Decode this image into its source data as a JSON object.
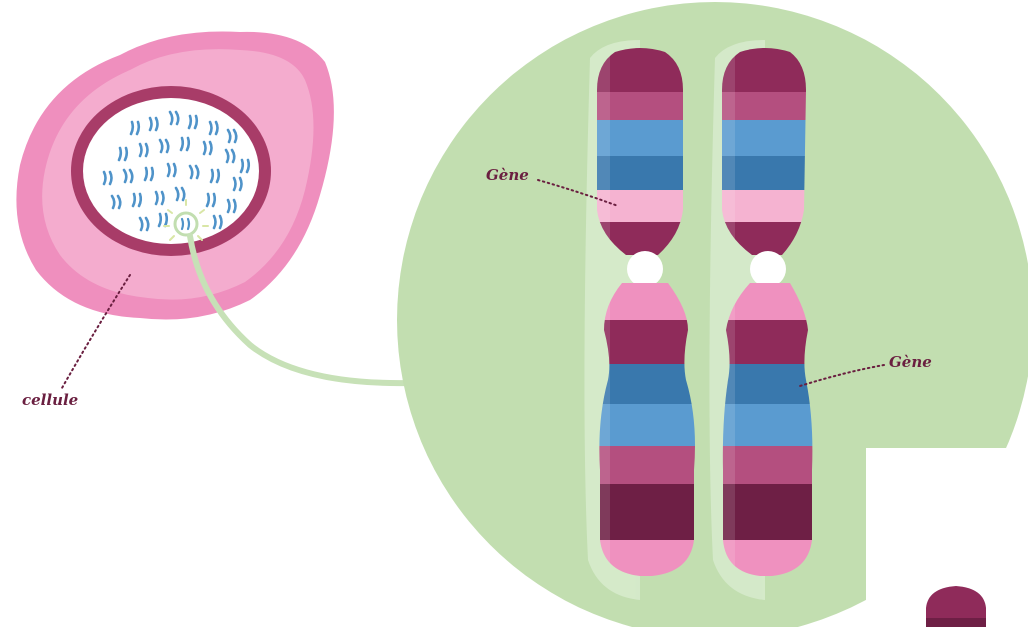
{
  "labels": {
    "cell": "cellule",
    "gene_left": "Gène",
    "gene_right": "Gène"
  },
  "colors": {
    "cell_outer": "#ef8fbe",
    "cell_inner_light": "#f6b6d3",
    "nucleus_ring": "#a83c68",
    "nucleus_fill": "#ffffff",
    "dna_blue": "#4f93c9",
    "zoom_circle": "#c2deb0",
    "connector": "#c7e1b7",
    "band_dark_maroon": "#6e1f45",
    "band_maroon": "#8f2b5a",
    "band_rose": "#b44f7f",
    "band_pink": "#ef91bf",
    "band_light_pink": "#f5b3d1",
    "band_blue": "#5a9bd0",
    "band_deep_blue": "#3978ad",
    "centromere": "#ffffff",
    "label_text": "#6a1f40"
  }
}
